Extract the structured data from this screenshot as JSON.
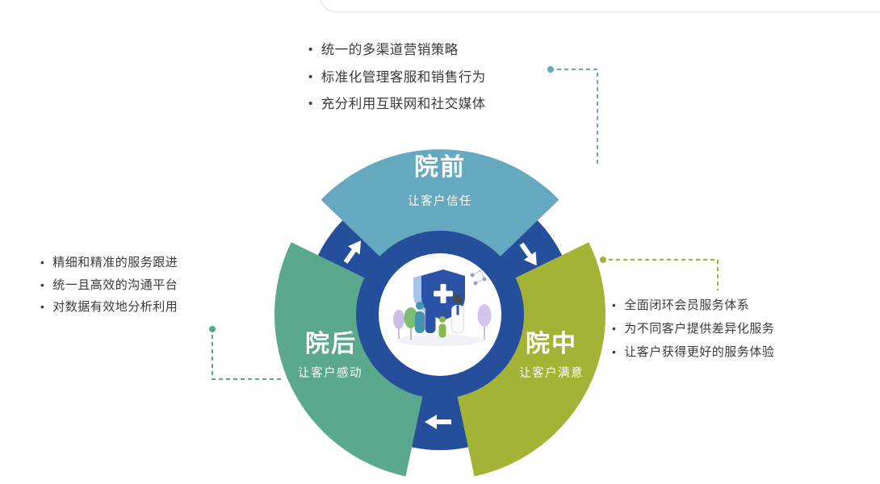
{
  "wheel": {
    "ring_color": "#254E9B",
    "segments": {
      "pre": {
        "title": "院前",
        "subtitle": "让客户信任",
        "color": "#64A9BF"
      },
      "mid": {
        "title": "院中",
        "subtitle": "让客户满意",
        "color": "#A2B335"
      },
      "post": {
        "title": "院后",
        "subtitle": "让客户感动",
        "color": "#5AA88E"
      }
    },
    "arrow_color": "#ffffff",
    "center_illustration": "hospital-shield-with-customers"
  },
  "notes": {
    "pre": {
      "color": "#64A9BF",
      "items": [
        "统一的多渠道营销策略",
        "标准化管理客服和销售行为",
        "充分利用互联网和社交媒体"
      ]
    },
    "mid": {
      "color": "#A2B335",
      "items": [
        "全面闭环会员服务体系",
        "为不同客户提供差异化服务",
        "让客户获得更好的服务体验"
      ]
    },
    "post": {
      "color": "#5AA88E",
      "items": [
        "精细和精准的服务跟进",
        "统一且高效的沟通平台",
        "对数据有效地分析利用"
      ]
    }
  }
}
